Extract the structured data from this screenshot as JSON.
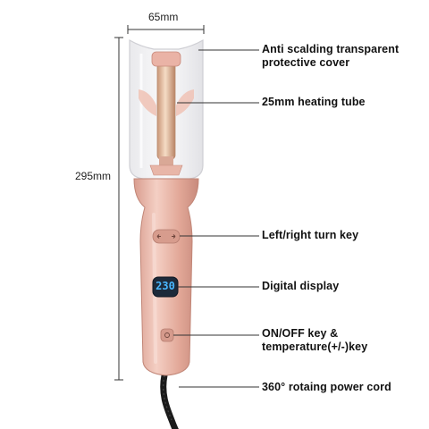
{
  "dimensions": {
    "width_label": "65mm",
    "height_label": "295mm"
  },
  "callouts": {
    "cover": [
      "Anti scalding transparent",
      "protective cover"
    ],
    "heating_tube": "25mm heating tube",
    "turn_key": "Left/right turn key",
    "display": "Digital display",
    "power_key": [
      "ON/OFF key &",
      "temperature(+/-)key"
    ],
    "cord": "360° rotaing power cord"
  },
  "display": {
    "reading": "230"
  },
  "colors": {
    "body": "#e7b3a6",
    "body_dark": "#c98d80",
    "tube": "#e9c3a8",
    "display_bg": "#1d2a3a",
    "display_text": "#49b7ff",
    "cord": "#1b1b1b"
  }
}
